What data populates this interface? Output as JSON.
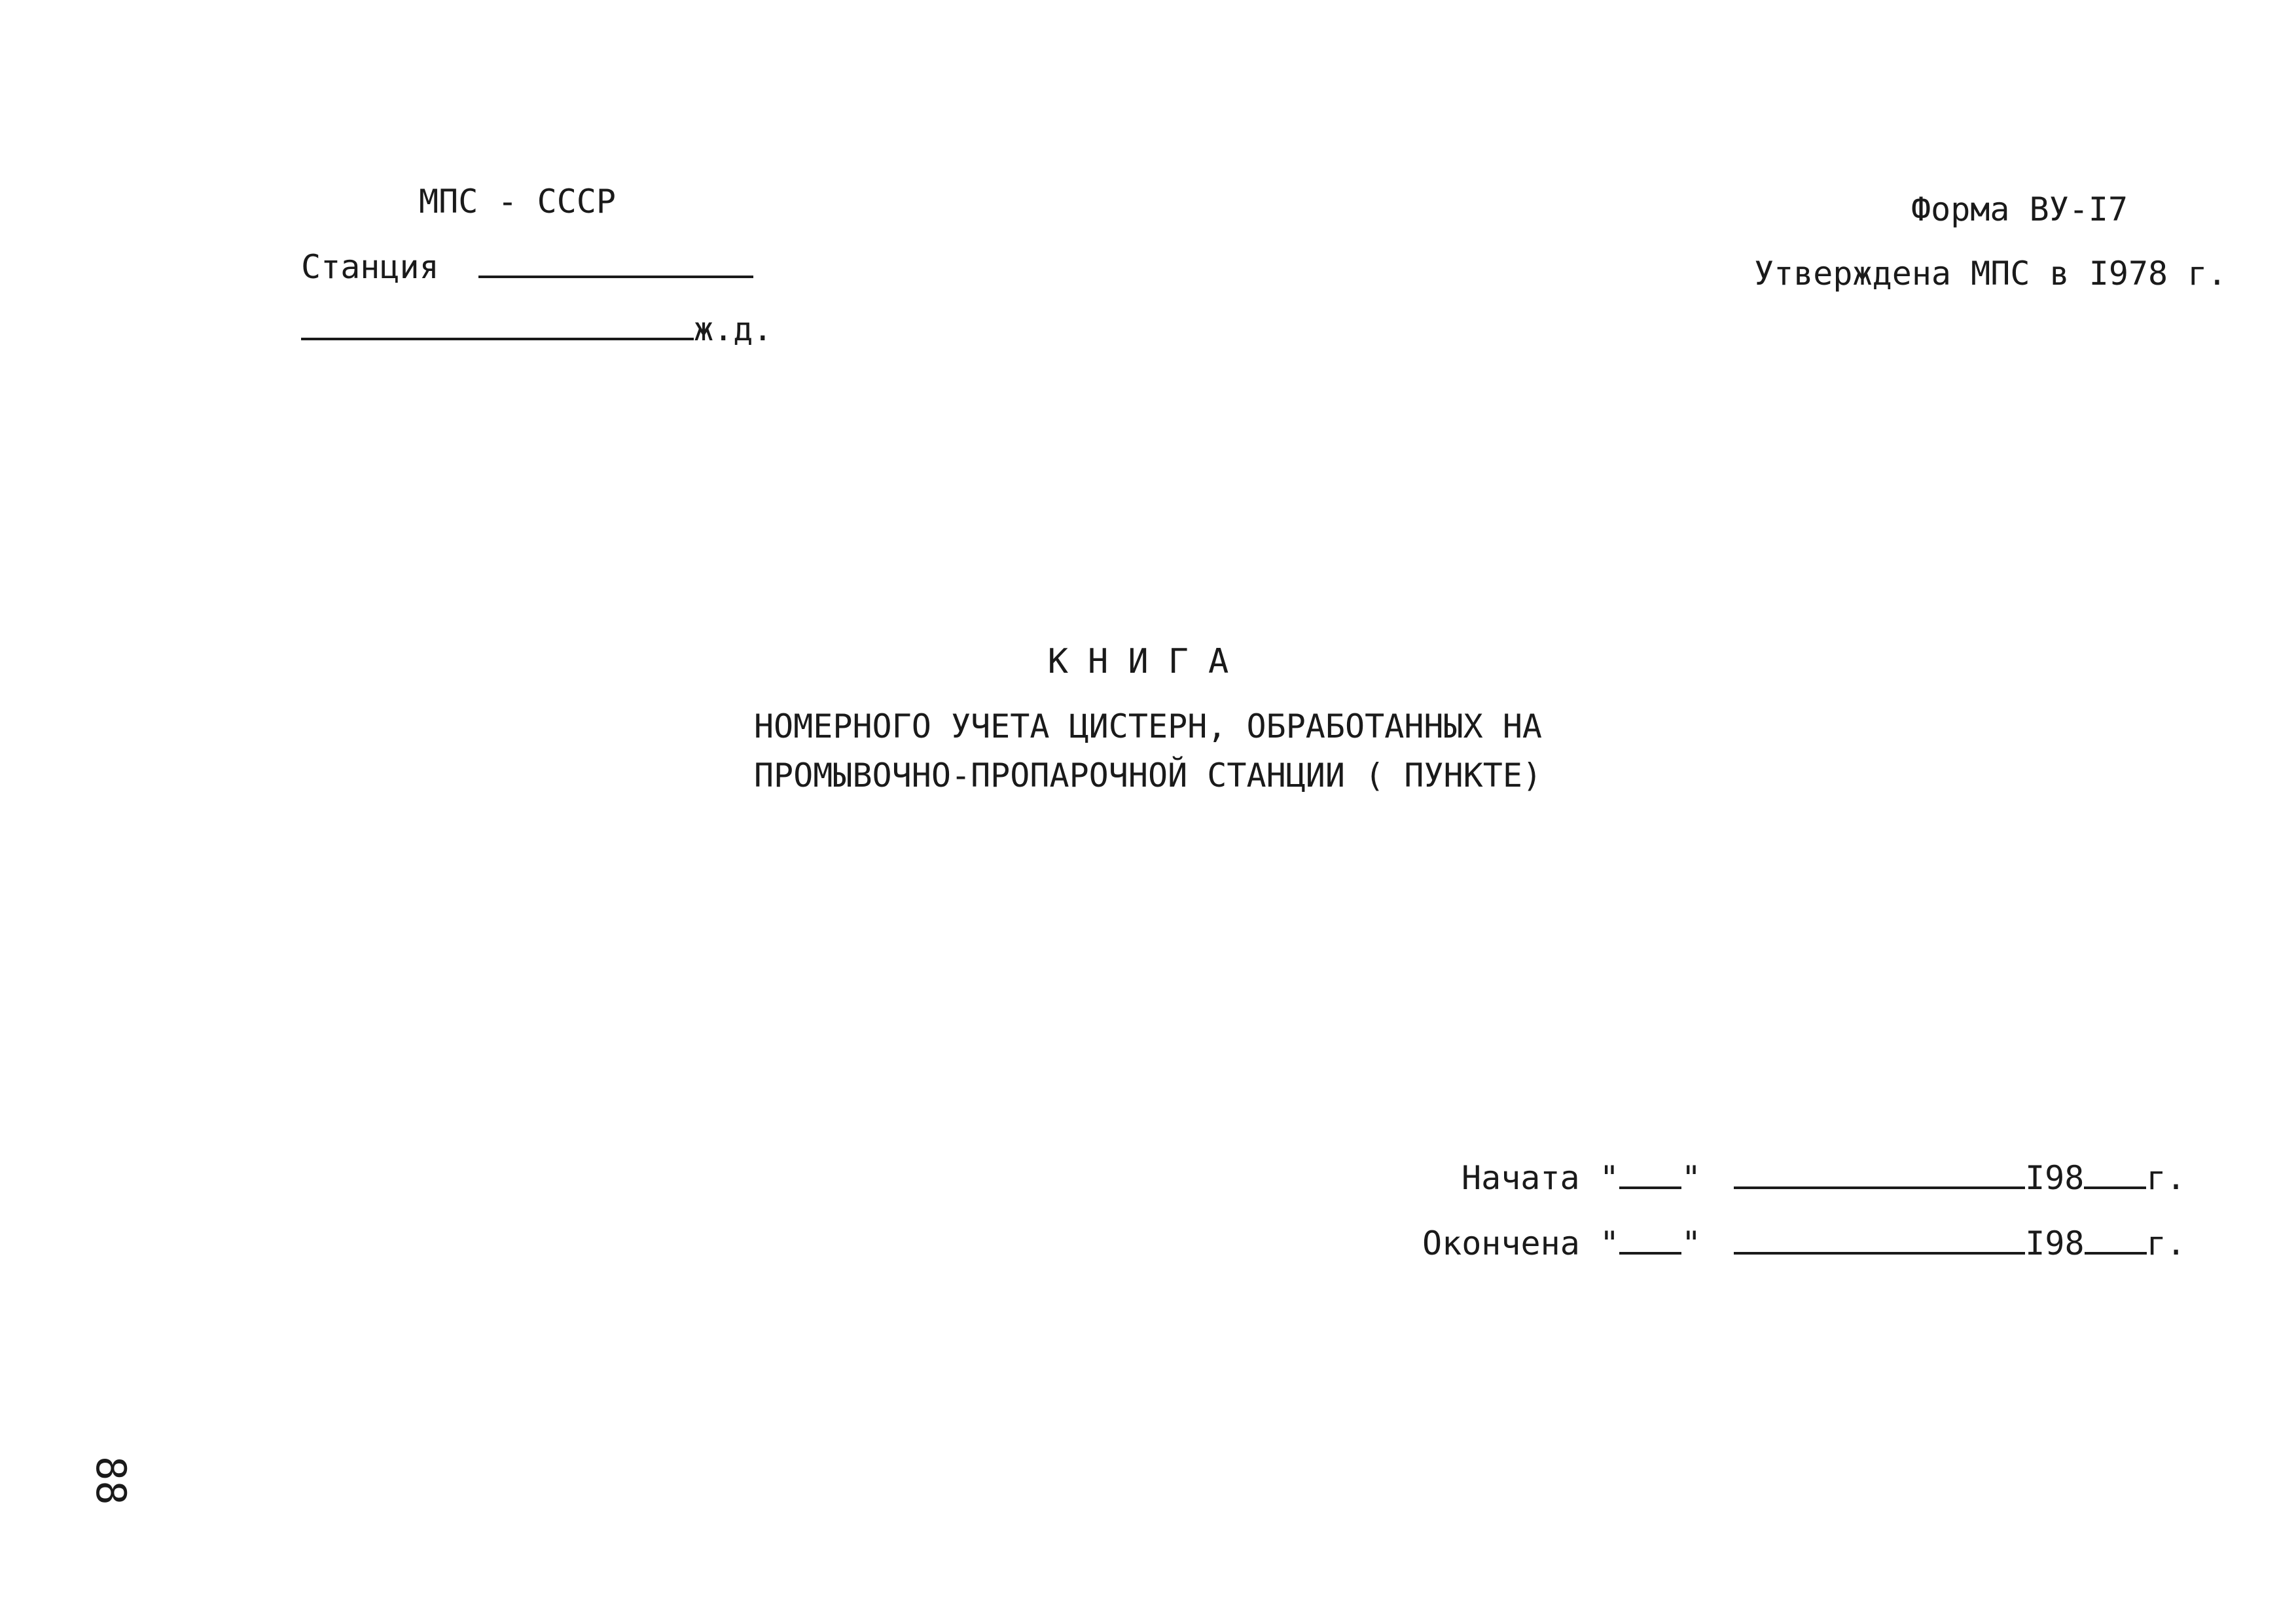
{
  "header_left": {
    "ministry": "МПС - СССР",
    "station_label": "Станция",
    "railway_suffix": "ж.д."
  },
  "header_right": {
    "form": "Форма ВУ-I7",
    "approved": "Утверждена МПС в I978 г."
  },
  "title": {
    "main": "КНИГА",
    "line1": "НОМЕРНОГО УЧЕТА ЦИСТЕРН, ОБРАБОТАННЫХ НА",
    "line2": "ПРОМЫВОЧНО-ПРОПАРОЧНОЙ СТАНЦИИ ( ПУНКТЕ)"
  },
  "dates": {
    "started_label": "Начата",
    "ended_label": "Окончена",
    "quote": "\"",
    "year_prefix": "I98",
    "year_suffix": "г."
  },
  "page_number": "88"
}
